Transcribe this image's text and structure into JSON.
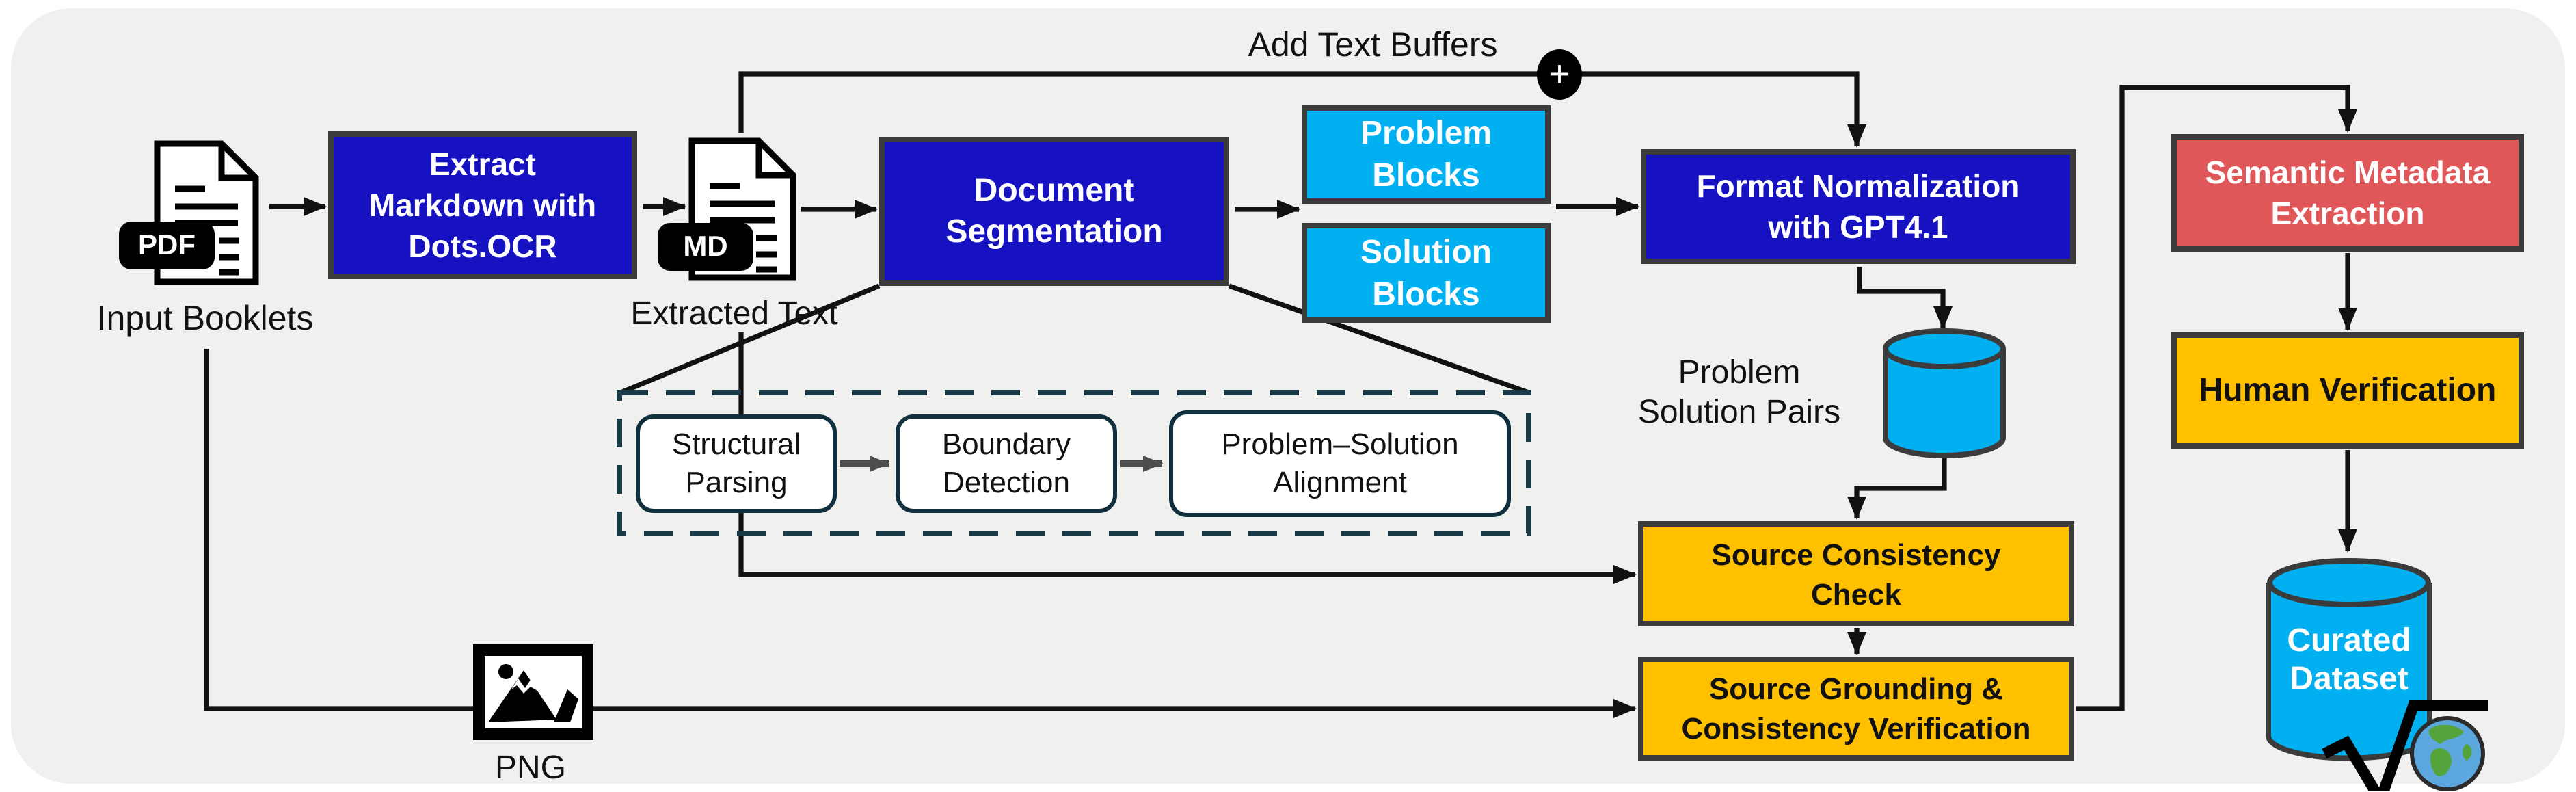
{
  "title": "Dataset curation pipeline diagram",
  "colors": {
    "panel_bg": "#f0f0ee",
    "process_blue": "#1612C2",
    "block_cyan": "#00B0F0",
    "check_amber": "#FFC000",
    "metadata_red": "#E05759",
    "box_border": "#3B3B3B",
    "dashed_border": "#1B3A48",
    "wire_black": "#111111",
    "wire_gray": "#4D4D4D"
  },
  "icons": {
    "pdf_doc": "document-icon",
    "md_doc": "document-icon",
    "png": "image-icon",
    "problem_solution_db": "database-cylinder-icon",
    "curated_db": "database-cylinder-icon",
    "plus": "+",
    "sqrt": "square-root-icon",
    "globe": "earth-globe-icon"
  },
  "nodes": {
    "input_booklets": {
      "badge": "PDF",
      "label": "Input Booklets"
    },
    "extract": {
      "lines": [
        "Extract",
        "Markdown with",
        "Dots.OCR"
      ]
    },
    "extracted_text": {
      "badge": "MD",
      "label": "Extracted Text"
    },
    "docseg": {
      "lines": [
        "Document",
        "Segmentation"
      ]
    },
    "problem_blocks": {
      "lines": [
        "Problem",
        "Blocks"
      ]
    },
    "solution_blocks": {
      "lines": [
        "Solution",
        "Blocks"
      ]
    },
    "format_norm": {
      "lines": [
        "Format Normalization",
        "with GPT4.1"
      ]
    },
    "add_text_buffers": {
      "label": "Add Text Buffers",
      "plus": "+"
    },
    "psp": {
      "lines": [
        "Problem",
        "Solution Pairs"
      ]
    },
    "scc": {
      "lines": [
        "Source Consistency",
        "Check"
      ]
    },
    "sg": {
      "lines": [
        "Source Grounding &",
        "Consistency Verification"
      ]
    },
    "png": {
      "label": "PNG"
    },
    "semantic": {
      "lines": [
        "Semantic Metadata",
        "Extraction"
      ]
    },
    "human": {
      "label": "Human Verification"
    },
    "curated": {
      "lines": [
        "Curated",
        "Dataset"
      ]
    },
    "expansion": {
      "structural": {
        "lines": [
          "Structural",
          "Parsing"
        ]
      },
      "boundary": {
        "lines": [
          "Boundary",
          "Detection"
        ]
      },
      "alignment": {
        "lines": [
          "Problem–Solution",
          "Alignment"
        ]
      }
    }
  }
}
